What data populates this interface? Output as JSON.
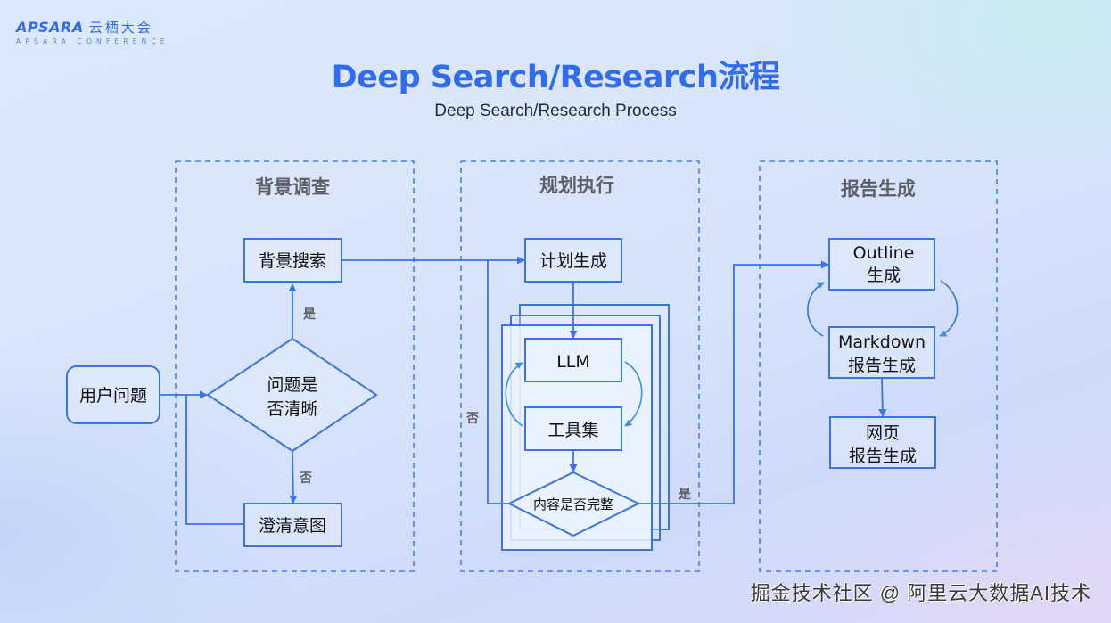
{
  "logo": {
    "brand": "APSARA",
    "brand_cn": "云栖大会",
    "sub": "APSARA CONFERENCE"
  },
  "header": {
    "title": "Deep Search/Research流程",
    "subtitle": "Deep Search/Research Process"
  },
  "colors": {
    "accent": "#2f6cf0",
    "line": "#3a74e6",
    "section_title": "#5c5f66"
  },
  "sections": [
    {
      "id": "background",
      "title": "背景调查"
    },
    {
      "id": "planning",
      "title": "规划执行"
    },
    {
      "id": "report",
      "title": "报告生成"
    }
  ],
  "nodes": {
    "user_question": "用户问题",
    "background_search": "背景搜索",
    "is_clear": [
      "问题是",
      "否清晰"
    ],
    "clarify_intent": "澄清意图",
    "plan_generation": "计划生成",
    "llm": "LLM",
    "toolset": "工具集",
    "is_complete": "内容是否完整",
    "outline": [
      "Outline",
      "生成"
    ],
    "markdown": [
      "Markdown",
      "报告生成"
    ],
    "webpage": [
      "网页",
      "报告生成"
    ]
  },
  "edge_labels": {
    "clear_yes": "是",
    "clear_no": "否",
    "complete_no": "否",
    "complete_yes": "是"
  },
  "watermark": "掘金技术社区 @ 阿里云大数据AI技术"
}
